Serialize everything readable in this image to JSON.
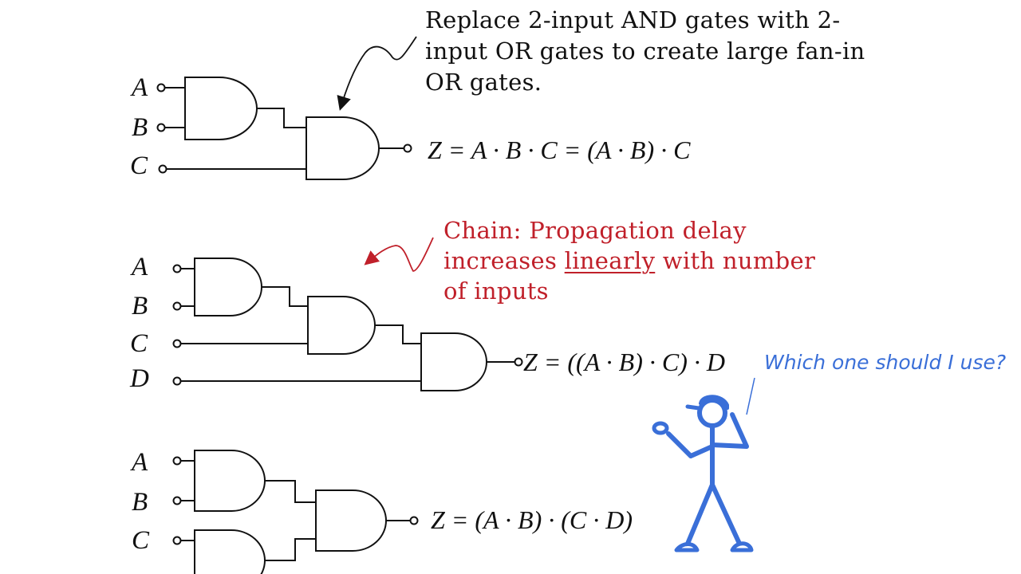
{
  "notes": {
    "top": {
      "lines": [
        "Replace 2-input AND gates with 2-",
        "input OR gates to create large fan-in",
        "OR gates."
      ]
    },
    "chain": {
      "line1": "Chain: Propagation delay",
      "line2_before": "increases ",
      "line2_underlined": "linearly",
      "line2_after": " with number",
      "line3": "of inputs"
    },
    "question": "Which one should I use?"
  },
  "circuits": [
    {
      "inputs": [
        "A",
        "B",
        "C"
      ],
      "equation": "Z = A · B · C = (A · B) · C"
    },
    {
      "inputs": [
        "A",
        "B",
        "C",
        "D"
      ],
      "equation": "Z = ((A · B) · C) · D"
    },
    {
      "inputs": [
        "A",
        "B",
        "C"
      ],
      "equation": "Z = (A · B) · (C · D)"
    }
  ],
  "colors": {
    "ink": "#111111",
    "annotation_red": "#c0202a",
    "figure_blue": "#3a6fd8"
  }
}
